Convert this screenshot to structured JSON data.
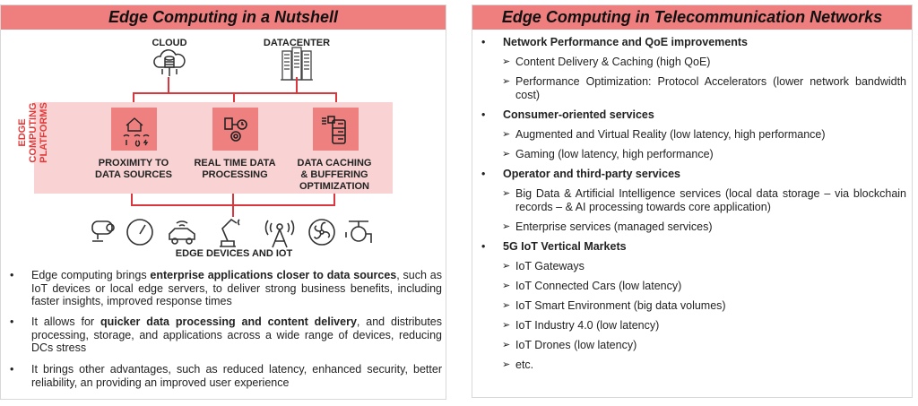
{
  "left": {
    "title": "Edge Computing in a Nutshell",
    "cloud_label": "CLOUD",
    "datacenter_label": "DATACENTER",
    "platforms_label": "EDGE COMPUTING PLATFORMS",
    "tiles": [
      {
        "label": "PROXIMITY TO DATA SOURCES",
        "icon": "house-sensors-icon"
      },
      {
        "label": "REAL TIME DATA PROCESSING",
        "icon": "data-gear-clock-icon"
      },
      {
        "label": "DATA CACHING & BUFFERING OPTIMIZATION",
        "icon": "cache-server-icon"
      }
    ],
    "devices_label": "EDGE DEVICES AND IOT",
    "device_icons": [
      "camera-icon",
      "gauge-icon",
      "connected-car-icon",
      "robot-arm-icon",
      "antenna-tower-icon",
      "fan-icon",
      "valve-icon"
    ],
    "bullets": [
      {
        "pre": "Edge computing brings ",
        "bold": "enterprise applications closer to data sources",
        "post": ", such as IoT devices or local edge servers, to deliver strong business benefits, including faster insights, improved response times"
      },
      {
        "pre": "It allows for ",
        "bold": "quicker data processing and content delivery",
        "post": ", and distributes processing, storage, and applications across a wide range of devices, reducing DCs stress"
      },
      {
        "pre": "It brings other advantages, such as reduced latency, enhanced security, better reliability, an providing an improved user experience",
        "bold": "",
        "post": ""
      }
    ]
  },
  "right": {
    "title": "Edge Computing in Telecommunication Networks",
    "sections": [
      {
        "heading": "Network Performance and QoE improvements",
        "items": [
          "Content Delivery & Caching (high QoE)",
          "Performance Optimization: Protocol Accelerators (lower network bandwidth cost)"
        ]
      },
      {
        "heading": "Consumer-oriented services",
        "items": [
          "Augmented and Virtual Reality (low latency, high performance)",
          "Gaming (low latency, high performance)"
        ]
      },
      {
        "heading": "Operator and third-party services",
        "items": [
          "Big Data & Artificial Intelligence services (local data storage – via blockchain records – & AI processing towards core application)",
          "Enterprise services (managed services)"
        ]
      },
      {
        "heading": "5G IoT Vertical Markets",
        "items": [
          "IoT Gateways",
          "IoT Connected Cars (low latency)",
          "IoT Smart Environment (big data volumes)",
          "IoT Industry 4.0 (low latency)",
          "IoT Drones (low latency)",
          "etc."
        ]
      }
    ]
  },
  "colors": {
    "header": "#ef7f7f",
    "band": "#f9d3d3",
    "tile": "#ef8080",
    "line": "#d9363e"
  }
}
